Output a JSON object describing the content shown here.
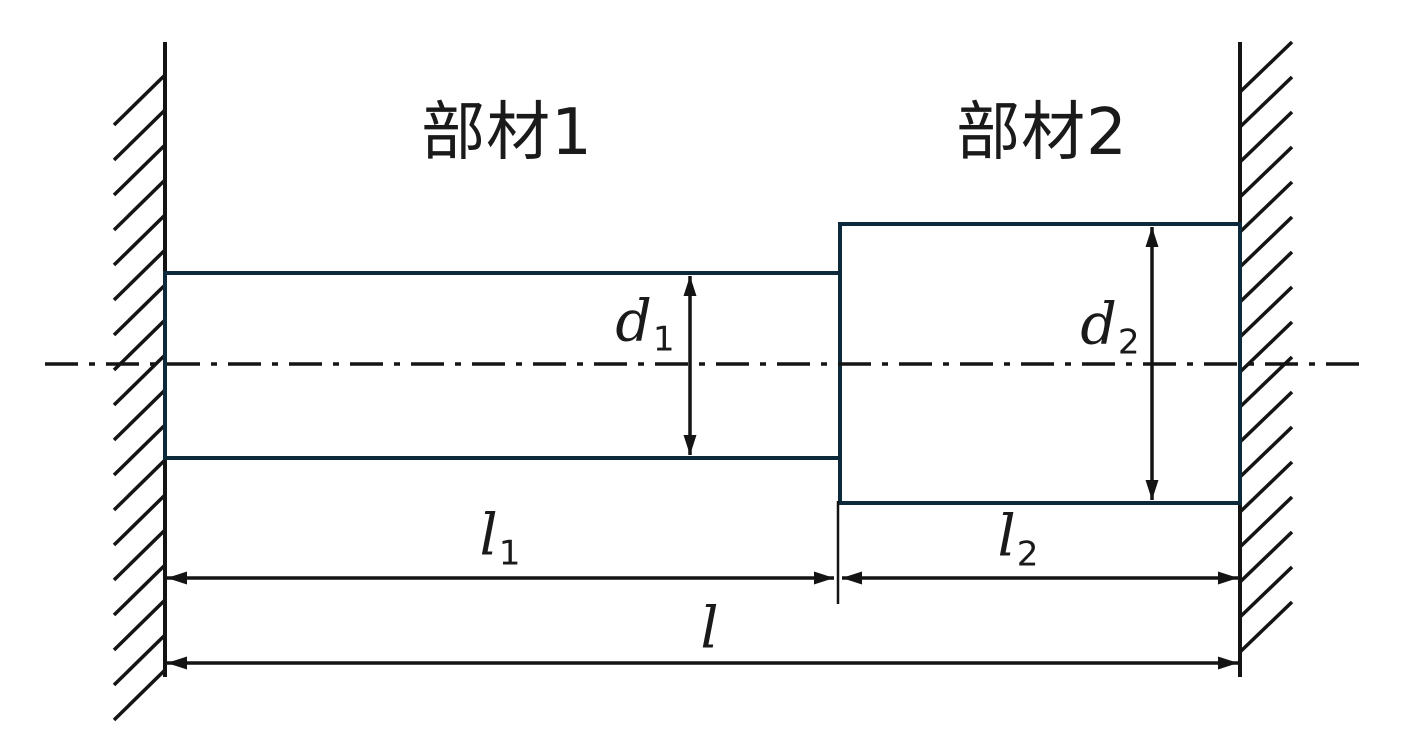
{
  "figure": {
    "member1_label": "部材1",
    "member2_label": "部材2",
    "dimensions": {
      "d1": {
        "base": "d",
        "sub": "1"
      },
      "d2": {
        "base": "d",
        "sub": "2"
      },
      "l1": {
        "base": "l",
        "sub": "1"
      },
      "l2": {
        "base": "l",
        "sub": "2"
      },
      "l_total": {
        "base": "l",
        "sub": ""
      }
    },
    "colors": {
      "member_outline": "#0d2a3a",
      "drawing_line": "#141414",
      "text": "#1a1a1a",
      "background": "#ffffff"
    }
  }
}
